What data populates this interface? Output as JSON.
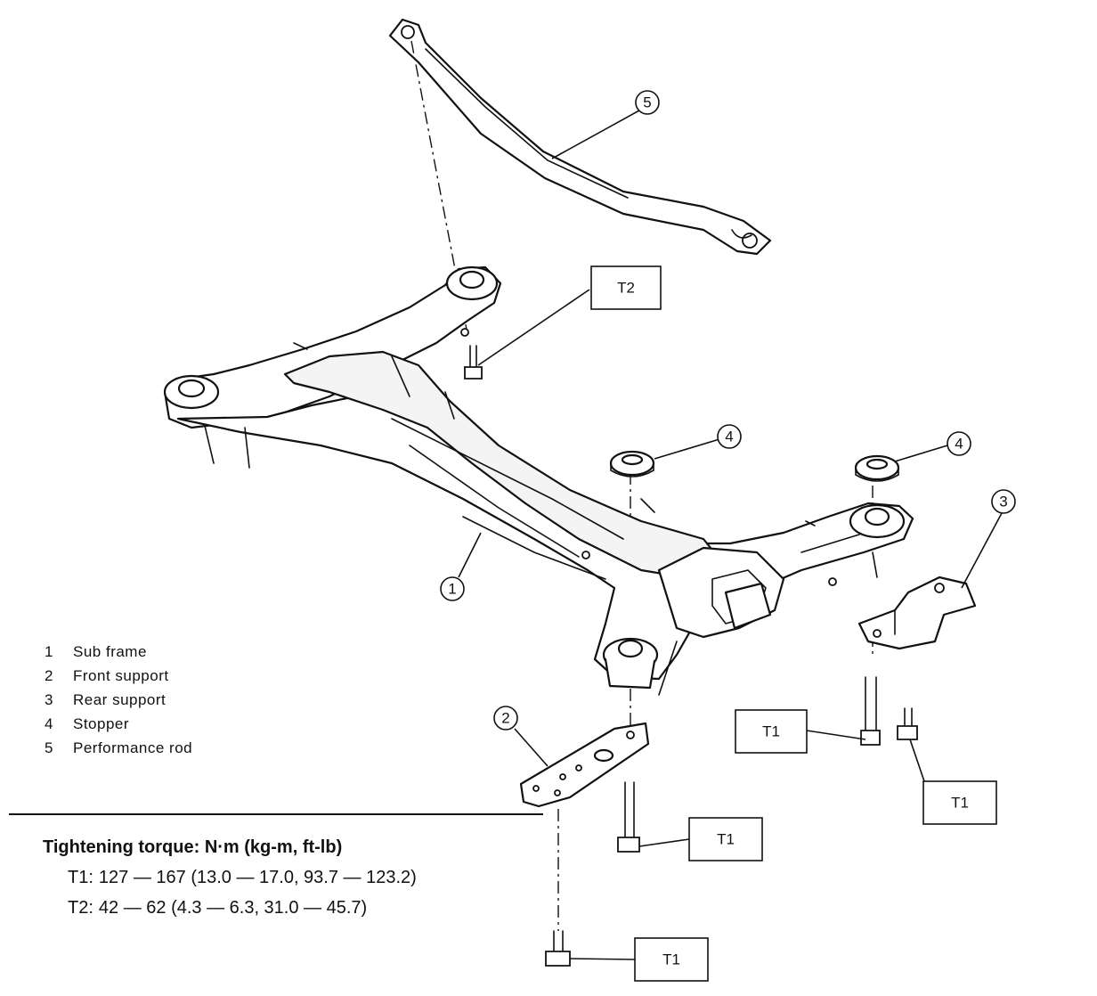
{
  "callouts": {
    "c1": "1",
    "c2": "2",
    "c3": "3",
    "c4a": "4",
    "c4b": "4",
    "c5": "5"
  },
  "torque_boxes": {
    "t2": "T2",
    "t1_rear_a": "T1",
    "t1_rear_b": "T1",
    "t1_front_a": "T1",
    "t1_front_b": "T1"
  },
  "legend": [
    {
      "num": "1",
      "label": "Sub frame"
    },
    {
      "num": "2",
      "label": "Front support"
    },
    {
      "num": "3",
      "label": "Rear support"
    },
    {
      "num": "4",
      "label": "Stopper"
    },
    {
      "num": "5",
      "label": "Performance rod"
    }
  ],
  "torque": {
    "heading": "Tightening torque:  N·m (kg-m, ft-lb)",
    "t1_label": "T1:",
    "t1_value": "127 — 167 (13.0 — 17.0, 93.7 — 123.2)",
    "t2_label": "T2:",
    "t2_value": "42 — 62 (4.3 — 6.3, 31.0 — 45.7)"
  }
}
